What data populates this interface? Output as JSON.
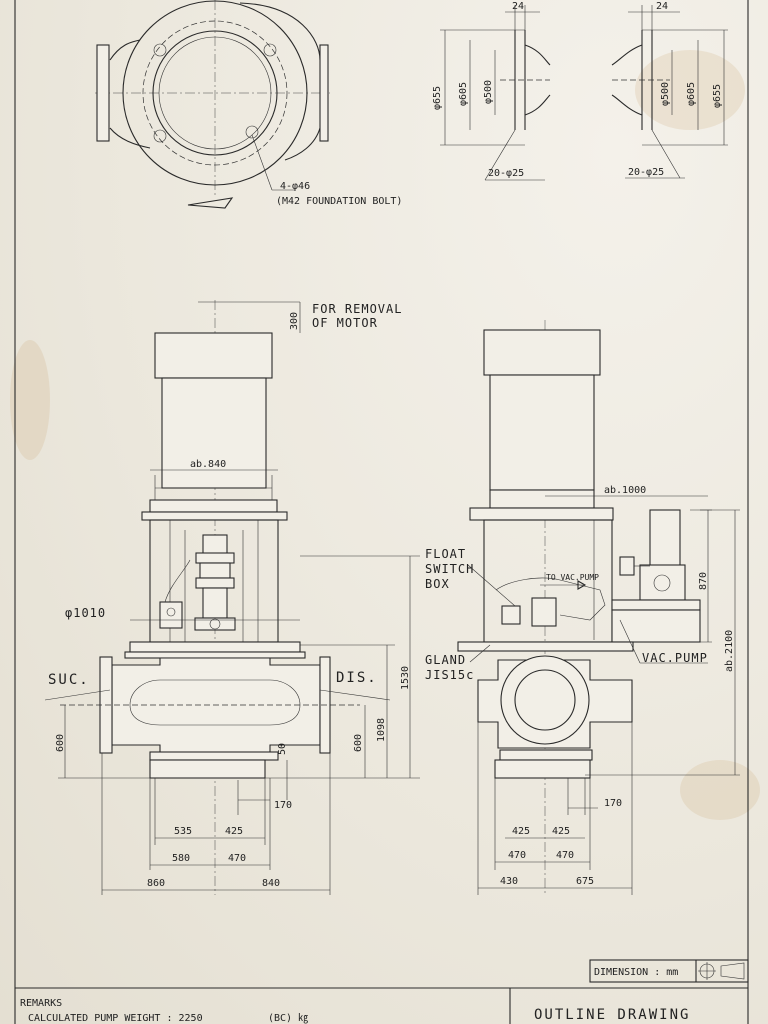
{
  "top_view": {
    "bolt_note_1": "4-φ46",
    "bolt_note_2": "(M42 FOUNDATION BOLT)"
  },
  "flange_left": {
    "thickness": "24",
    "d_outer": "φ655",
    "d_pcd": "φ605",
    "d_bore": "φ500",
    "holes": "20-φ25"
  },
  "flange_right": {
    "thickness": "24",
    "d_bore": "φ500",
    "d_pcd": "φ605",
    "d_outer": "φ655",
    "holes": "20-φ25"
  },
  "front_view": {
    "removal_dim": "300",
    "removal_note_1": "FOR REMOVAL",
    "removal_note_2": "OF MOTOR",
    "motor_width": "ab.840",
    "casing_dia": "φ1010",
    "suction": "SUC.",
    "discharge": "DIS.",
    "h_suction": "600",
    "h_discharge": "600",
    "h_50": "50",
    "h_1098": "1098",
    "h_1530": "1530",
    "d_170": "170",
    "d_535": "535",
    "d_425": "425",
    "d_580": "580",
    "d_470": "470",
    "d_860": "860",
    "d_840": "840"
  },
  "side_view": {
    "float_1": "FLOAT",
    "float_2": "SWITCH",
    "float_3": "BOX",
    "to_vac": "TO VAC.PUMP",
    "gland_1": "GLAND",
    "gland_2": "JIS15c",
    "vac_pump": "VAC.PUMP",
    "w_1000": "ab.1000",
    "h_870": "870",
    "h_2100": "ab.2100",
    "d_170": "170",
    "d_425a": "425",
    "d_425b": "425",
    "d_470a": "470",
    "d_470b": "470",
    "d_430": "430",
    "d_675": "675"
  },
  "title_block": {
    "dimension_label": "DIMENSION : mm",
    "remarks": "REMARKS",
    "weight_label": "CALCULATED PUMP WEIGHT  :  2250",
    "weight_unit": "(BC) ㎏",
    "drawing_title": "OUTLINE DRAWING"
  }
}
